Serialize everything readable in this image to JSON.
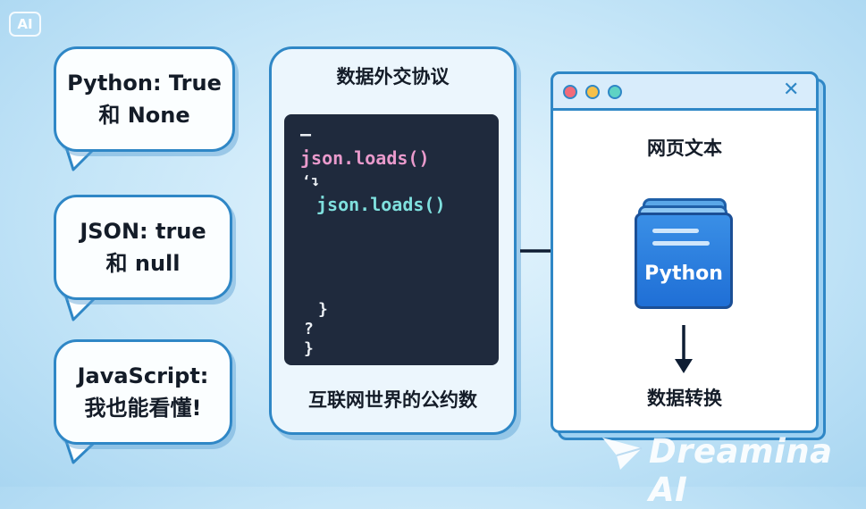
{
  "badge": "AI",
  "bubbles": [
    {
      "line1": "Python: True",
      "line2": "和 None"
    },
    {
      "line1": "JSON: true",
      "line2": "和 null"
    },
    {
      "line1": "JavaScript:",
      "line2": "我也能看懂!"
    }
  ],
  "protocol": {
    "title": "数据外交协议",
    "caption": "互联网世界的公约数",
    "code": {
      "cursor": "—",
      "call1": "json.loads()",
      "mark1": "‘↴",
      "call2": "json.loads()",
      "brace1": "}",
      "mark2": "?",
      "brace2": "}"
    }
  },
  "browser": {
    "title": "网页文本",
    "close": "✕",
    "book_label": "Python",
    "caption": "数据转换",
    "dot_colors": [
      "#f26b7a",
      "#f5c04a",
      "#5fd3c4"
    ]
  },
  "watermark": "Dreamina AI"
}
